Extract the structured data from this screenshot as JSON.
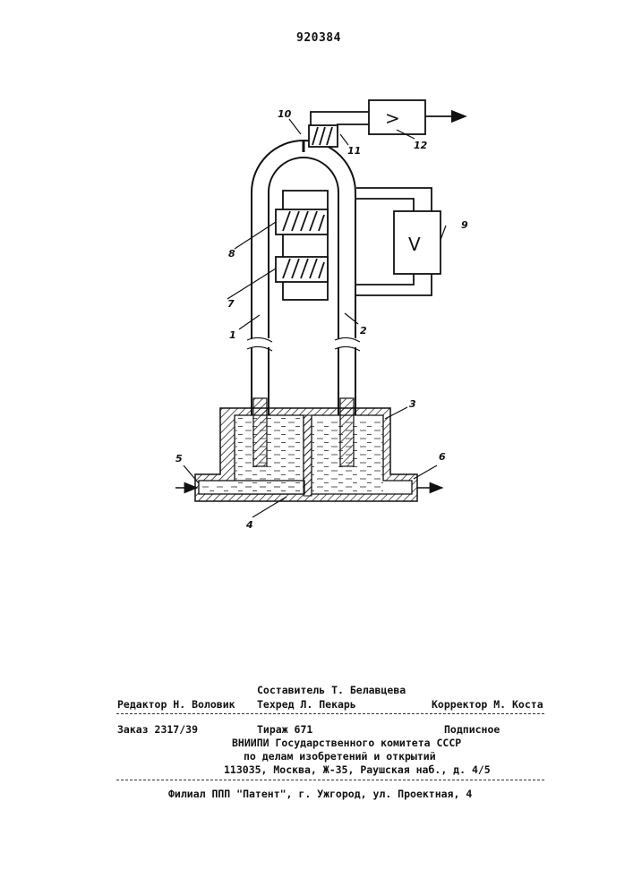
{
  "patent_number": "920384",
  "figure": {
    "labels": [
      "10",
      "11",
      "12",
      "8",
      "9",
      "7",
      "1",
      "2",
      "3",
      "5",
      "6",
      "4"
    ],
    "amplifier_symbol": ">",
    "meter_symbol": "V"
  },
  "imprint": {
    "compiler": "Составитель Т. Белавцева",
    "editor": "Редактор Н. Воловик",
    "techred": "Техред Л. Пекарь",
    "corrector": "Корректор М. Коста",
    "order": "Заказ 2317/39",
    "circulation": "Тираж 671",
    "subscription": "Подписное",
    "org_line1": "ВНИИПИ Государственного комитета СССР",
    "org_line2": "по делам изобретений и открытий",
    "org_address": "113035, Москва, Ж-35, Раушская наб., д. 4/5",
    "branch": "Филиал ППП \"Патент\", г. Ужгород, ул. Проектная, 4"
  }
}
